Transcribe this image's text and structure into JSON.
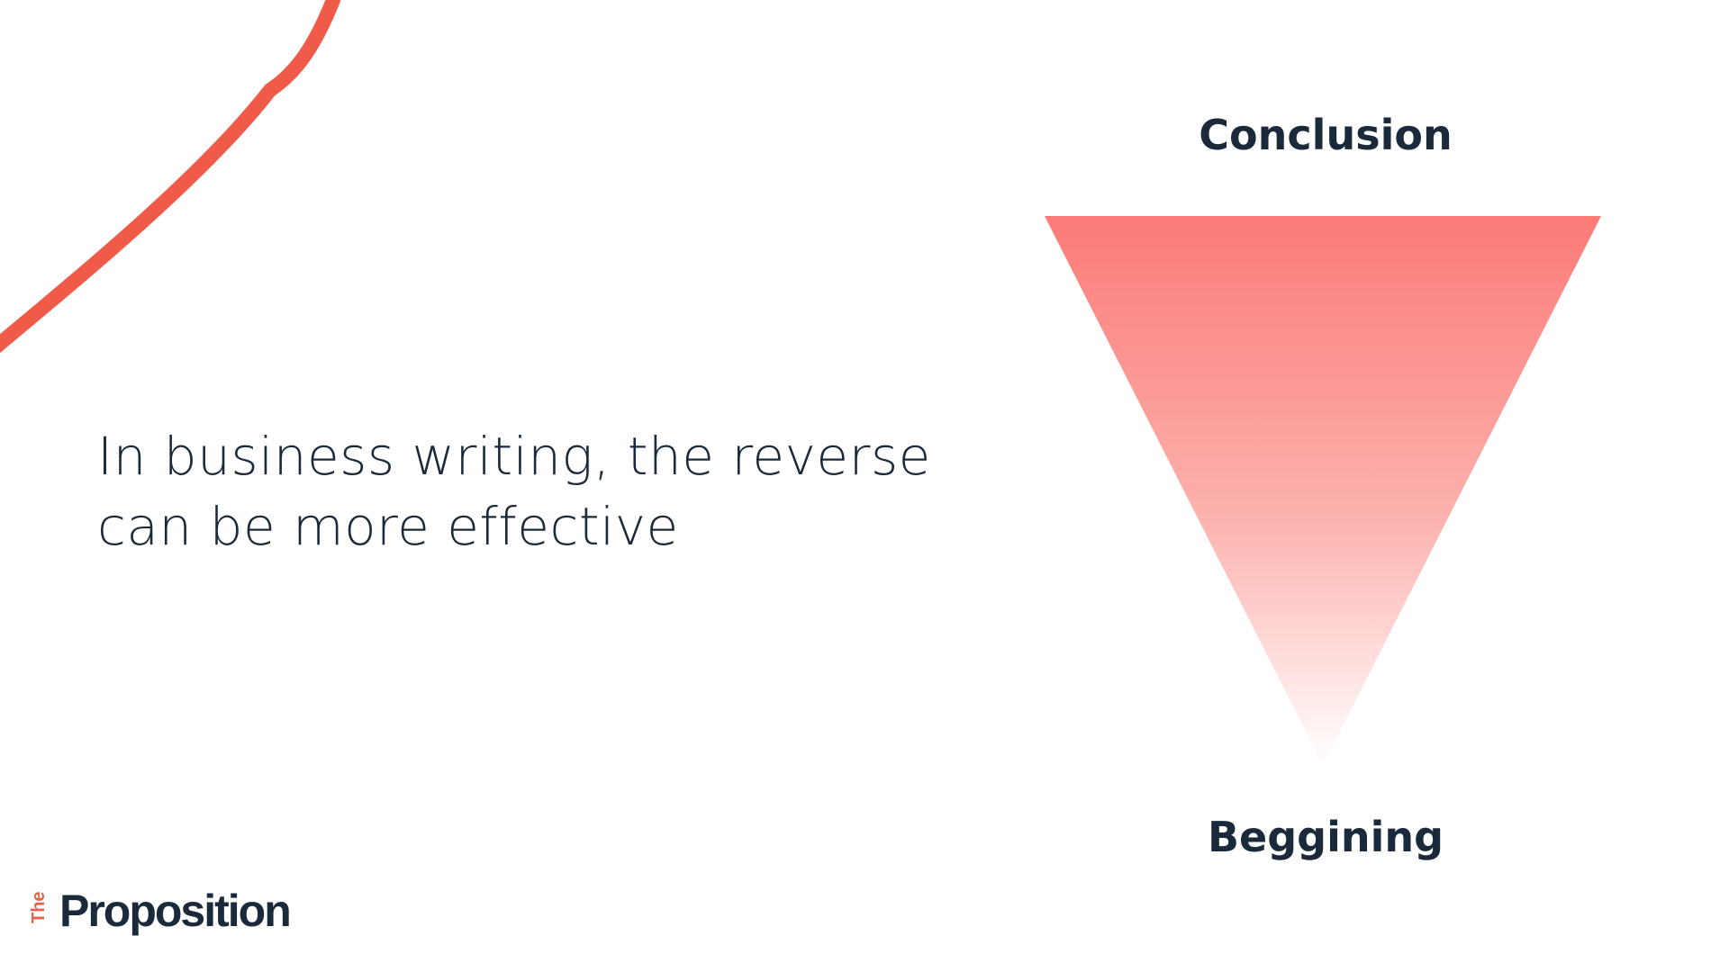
{
  "slide": {
    "headline_line1": "In business writing, the reverse",
    "headline_line2": "can be more effective"
  },
  "funnel": {
    "top_label": "Conclusion",
    "bottom_label": "Beggining",
    "color_top": "#fb7b77",
    "color_bottom": "#ffffff"
  },
  "logo": {
    "prefix": "The",
    "name": "Proposition",
    "prefix_color": "#e8604c",
    "name_color": "#1b2a3a"
  },
  "decoration": {
    "curve_color": "#f05a48"
  }
}
